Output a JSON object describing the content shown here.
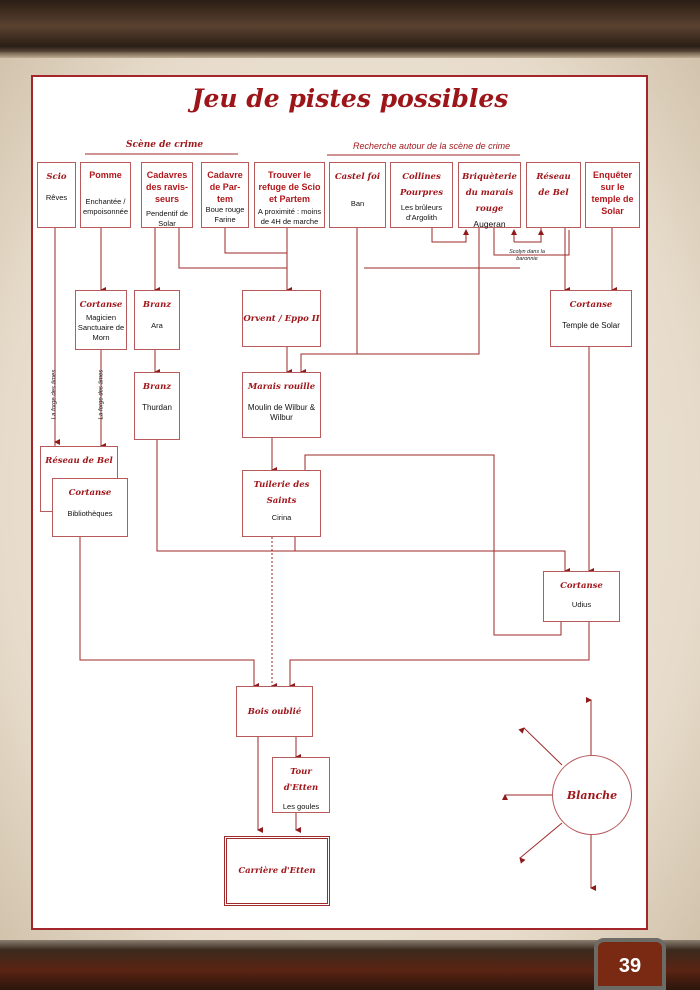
{
  "title": "Jeu de pistes possibles",
  "sections": {
    "crime": "Scène de crime",
    "search": "Recherche autour de la scène de crime"
  },
  "top": [
    {
      "h": "Scio",
      "t": "Rêves"
    },
    {
      "h": "Pomme",
      "t": "Enchantée / empoisonnée"
    },
    {
      "h": "Cadavres des ravis-seurs",
      "t": "Pendentif de Solar"
    },
    {
      "h": "Cadavre de Par-tem",
      "t": "Boue rouge Farine"
    },
    {
      "h": "Trouver le refuge de Scio et Partem",
      "t": "A proximité : moins de 4H de marche"
    },
    {
      "h": "Castel foi",
      "t": "Ban"
    },
    {
      "h": "Collines Pourpres",
      "t": "Les brûleurs d'Argolith"
    },
    {
      "h": "Briquèterie du marais rouge",
      "t": "Augeran"
    },
    {
      "h": "Réseau de Bel",
      "t": ""
    },
    {
      "h": "Enquêter sur le temple de Solar",
      "t": ""
    }
  ],
  "nodes": {
    "cortanse_magicien": {
      "h": "Cortanse",
      "t": "Magicien Sanctuaire de Morn"
    },
    "branz_ara": {
      "h": "Branz",
      "t": "Ara"
    },
    "orvent": {
      "h": "Orvent / Eppo II"
    },
    "cortanse_temple": {
      "h": "Cortanse",
      "t": "Temple de Solar"
    },
    "branz_thurdan": {
      "h": "Branz",
      "t": "Thurdan"
    },
    "marais": {
      "h": "Marais rouille",
      "t": "Moulin de Wilbur & Wilbur"
    },
    "reseau_bel": {
      "h": "Réseau de Bel"
    },
    "cortanse_biblio": {
      "h": "Cortanse",
      "t": "Bibliothèques"
    },
    "tuilerie": {
      "h": "Tuilerie des Saints",
      "t": "Cirina"
    },
    "cortanse_udius": {
      "h": "Cortanse",
      "t": "Udius"
    },
    "bois": {
      "h": "Bois oublié"
    },
    "tour": {
      "h": "Tour d'Etten",
      "t": "Les goules"
    },
    "carriere": {
      "h": "Carrière d'Etten"
    },
    "blanche": {
      "h": "Blanche"
    }
  },
  "annotations": {
    "scolyn": "Scolyn dans la baronnie",
    "forge1": "La forge des âmes",
    "forge2": "La forge des âmes"
  },
  "page_number": "39"
}
